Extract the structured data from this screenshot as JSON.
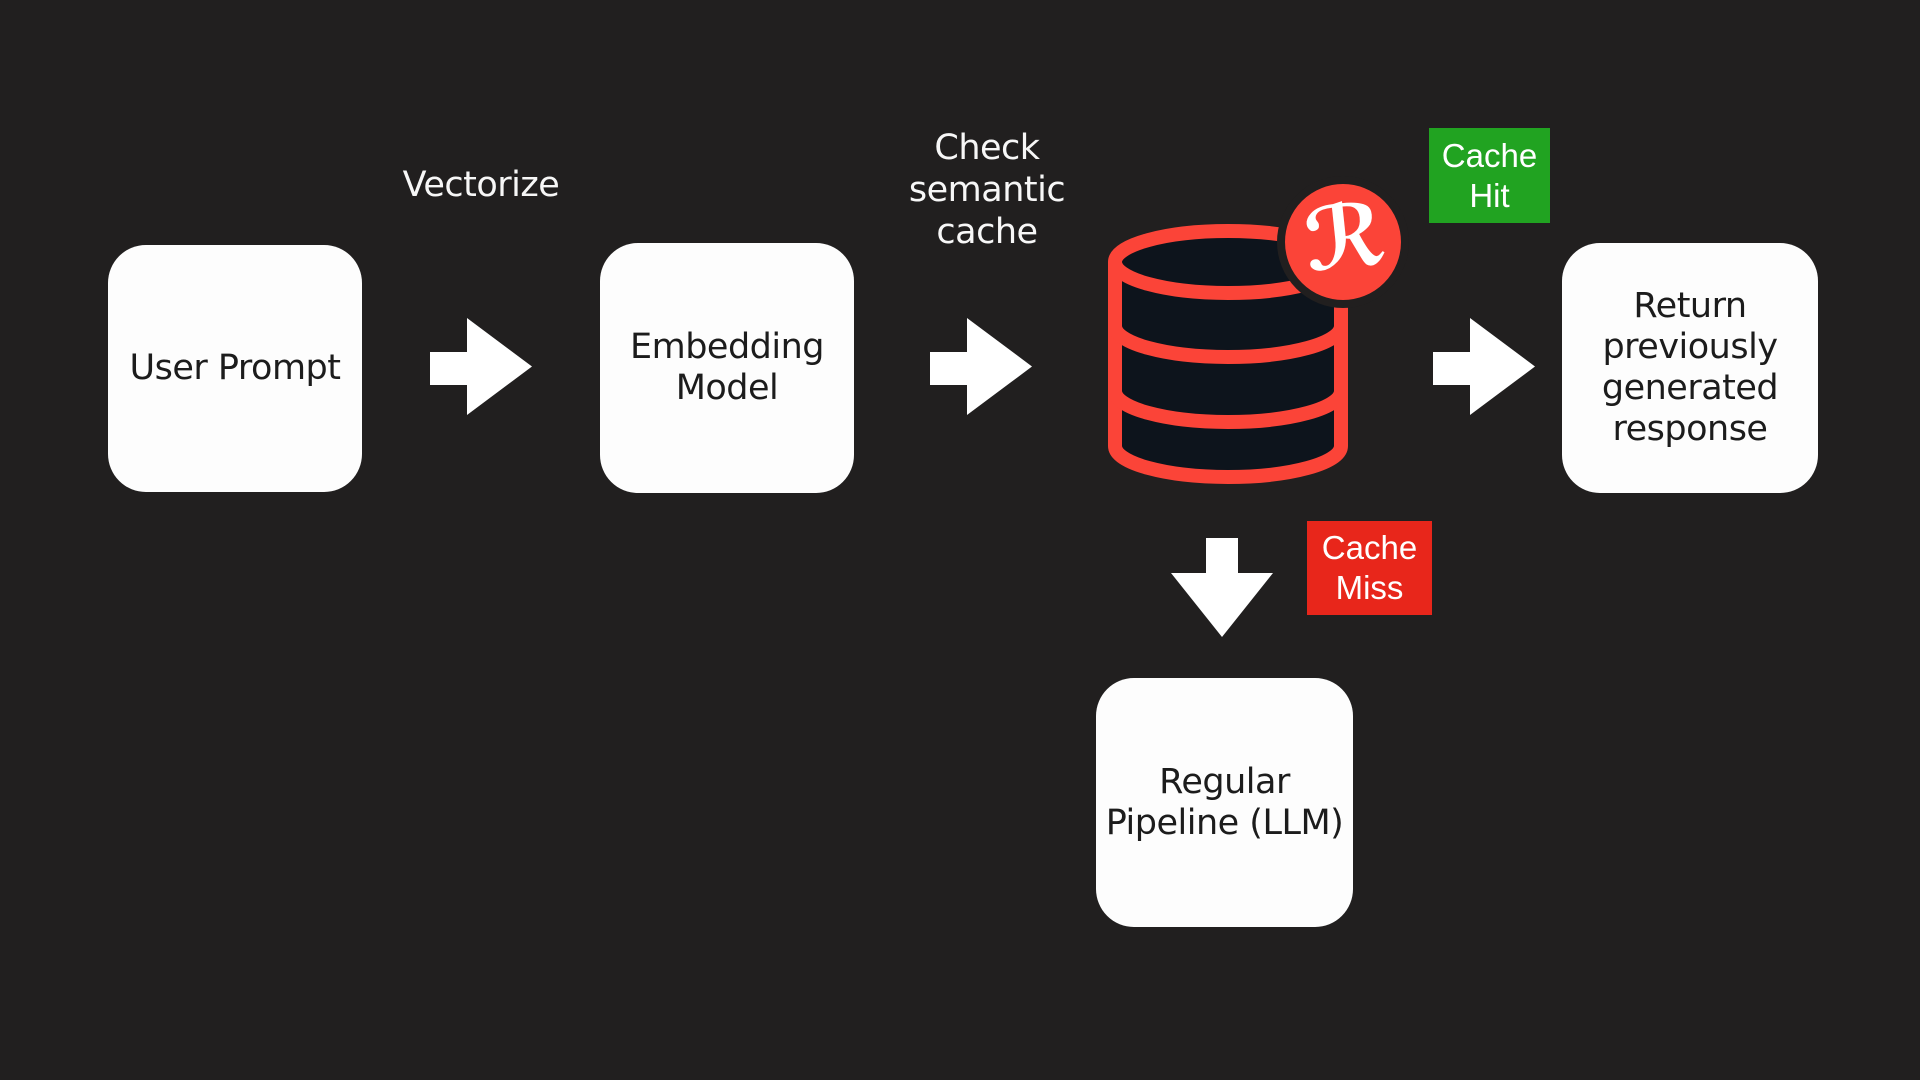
{
  "colors": {
    "background": "#211f1f",
    "box_fill": "#fdfdfd",
    "box_text": "#1c1c1c",
    "label_text": "#f7f7f7",
    "arrow": "#ffffff",
    "redis_red": "#fb4438",
    "db_fill": "#0d141c",
    "hit_green": "#21a321",
    "miss_red": "#e8261b"
  },
  "labels": {
    "vectorize": "Vectorize",
    "check_cache": "Check\nsemantic\ncache"
  },
  "nodes": {
    "user_prompt": "User Prompt",
    "embedding_model": "Embedding\nModel",
    "return_response": "Return\npreviously\ngenerated\nresponse",
    "regular_pipeline": "Regular\nPipeline (LLM)"
  },
  "badges": {
    "cache_hit": "Cache\nHit",
    "cache_miss": "Cache\nMiss"
  },
  "icons": {
    "database": "redis-semantic-cache-database",
    "logo_glyph": "ℛ"
  }
}
